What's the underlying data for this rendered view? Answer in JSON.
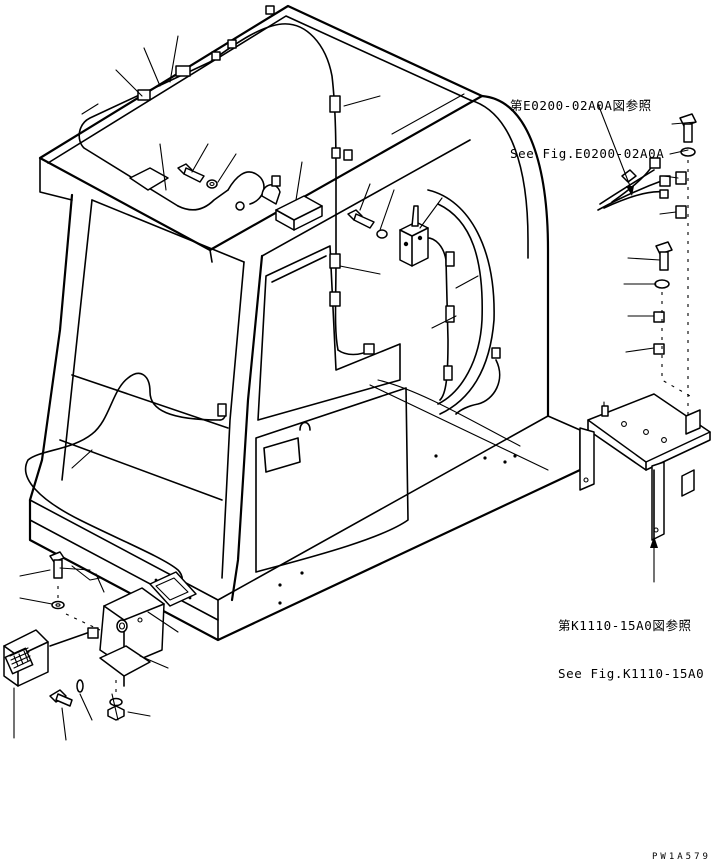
{
  "references": {
    "top": {
      "line1": "第E0200-02A0A図参照",
      "line2": "See Fig.E0200-02A0A"
    },
    "bottom": {
      "line1": "第K1110-15A0図参照",
      "line2": "See Fig.K1110-15A0"
    }
  },
  "drawing_id": "PW1A579"
}
